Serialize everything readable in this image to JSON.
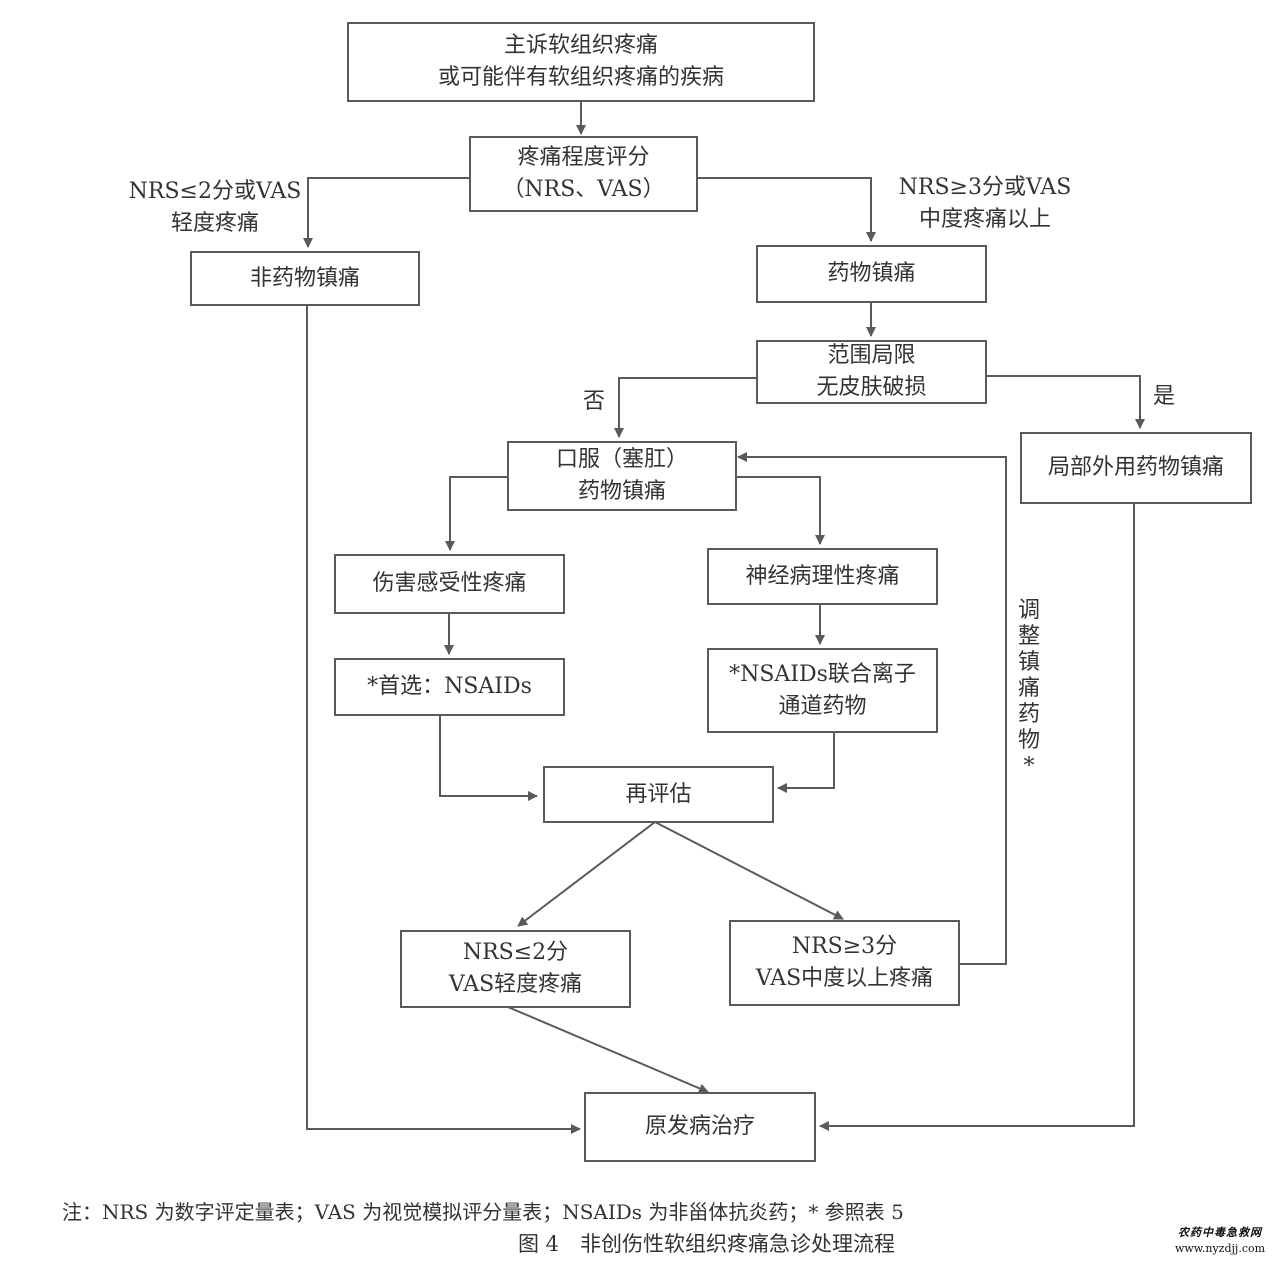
{
  "nodes": {
    "chief_complaint": [
      "主诉软组织疼痛",
      "或可能伴有软组织疼痛的疾病"
    ],
    "pain_score": [
      "疼痛程度评分",
      "（NRS、VAS）"
    ],
    "non_drug": [
      "非药物镇痛"
    ],
    "drug": [
      "药物镇痛"
    ],
    "limited_range": [
      "范围局限",
      "无皮肤破损"
    ],
    "topical": [
      "局部外用药物镇痛"
    ],
    "oral": [
      "口服（塞肛）",
      "药物镇痛"
    ],
    "nociceptive": [
      "伤害感受性疼痛"
    ],
    "neuropathic": [
      "神经病理性疼痛"
    ],
    "nsaids_first": [
      "*首选：NSAIDs"
    ],
    "nsaids_combo": [
      "*NSAIDs联合离子",
      "通道药物"
    ],
    "reassess": [
      "再评估"
    ],
    "mild_result": [
      "NRS≤2分",
      "VAS轻度疼痛"
    ],
    "moderate_result": [
      "NRS≥3分",
      "VAS中度以上疼痛"
    ],
    "primary_treatment": [
      "原发病治疗"
    ]
  },
  "labels": {
    "mild_line1": "NRS≤2分或VAS",
    "mild_line2": "轻度疼痛",
    "moderate_line1": "NRS≥3分或VAS",
    "moderate_line2": "中度疼痛以上",
    "no": "否",
    "yes": "是",
    "adjust": [
      "调",
      "整",
      "镇",
      "痛",
      "药",
      "物",
      "*"
    ]
  },
  "note": "注：NRS 为数字评定量表；VAS 为视觉模拟评分量表；NSAIDs 为非甾体抗炎药；* 参照表 5",
  "caption": "图 4　非创伤性软组织疼痛急诊处理流程",
  "watermark": {
    "line1": "农药中毒急救网",
    "line2": "www.nyzdjj.com"
  },
  "colors": {
    "line": "#5a5a5a",
    "text": "#333333"
  }
}
